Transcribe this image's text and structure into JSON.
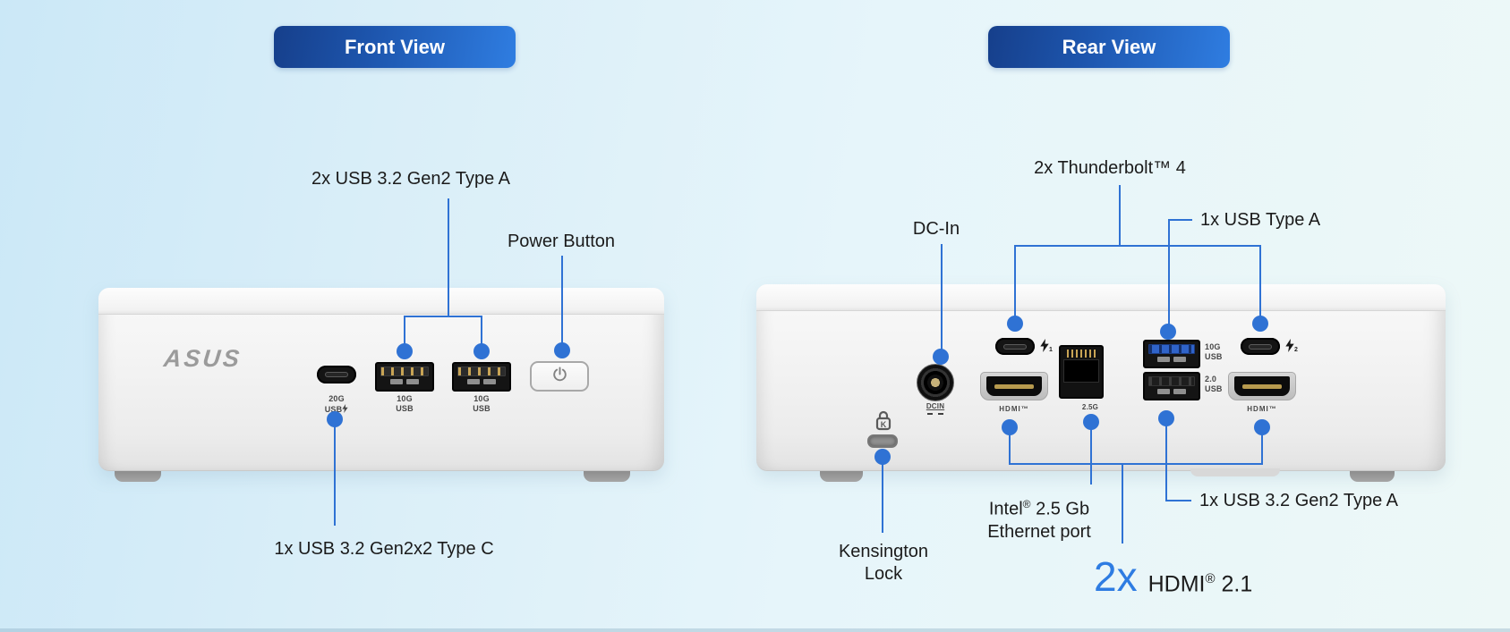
{
  "colors": {
    "accent_blue": "#2f72d4",
    "big_number_blue": "#2e7ce2",
    "button_gradient_start": "#163f8b",
    "button_gradient_end": "#2f7de1"
  },
  "front": {
    "button_label": "Front View",
    "callout_usb_a": "2x USB 3.2 Gen2 Type A",
    "callout_power": "Power Button",
    "callout_usb_c": "1x USB 3.2 Gen2x2 Type C",
    "brand": "ASUS",
    "port_labels": {
      "usb_c_line1": "20G",
      "usb_c_line2": "USB",
      "usb_a1_line1": "10G",
      "usb_a1_line2": "USB",
      "usb_a2_line1": "10G",
      "usb_a2_line2": "USB"
    }
  },
  "rear": {
    "button_label": "Rear View",
    "callout_thunderbolt": "2x Thunderbolt™ 4",
    "callout_usb_type_a": "1x USB Type A",
    "callout_dc_in": "DC-In",
    "callout_kensington_line1": "Kensington",
    "callout_kensington_line2": "Lock",
    "callout_ethernet_brand": "Intel",
    "callout_ethernet_reg": "®",
    "callout_ethernet_line1_rest": " 2.5 Gb",
    "callout_ethernet_line2": "Ethernet port",
    "callout_usb_gen2": "1x USB 3.2 Gen2 Type A",
    "callout_hdmi_count": "2x",
    "callout_hdmi_name": "HDMI",
    "callout_hdmi_reg": "®",
    "callout_hdmi_version": " 2.1",
    "port_labels": {
      "dc_in": "DCIN",
      "hdmi_left": "HDMI™",
      "ethernet": "2.5G",
      "usb_10g_line1": "10G",
      "usb_10g_line2": "USB",
      "usb_20_line1": "2.0",
      "usb_20_line2": "USB",
      "hdmi_right": "HDMI™",
      "thunderbolt_sub_1": "1",
      "thunderbolt_sub_2": "2",
      "kensington_k": "K"
    }
  }
}
